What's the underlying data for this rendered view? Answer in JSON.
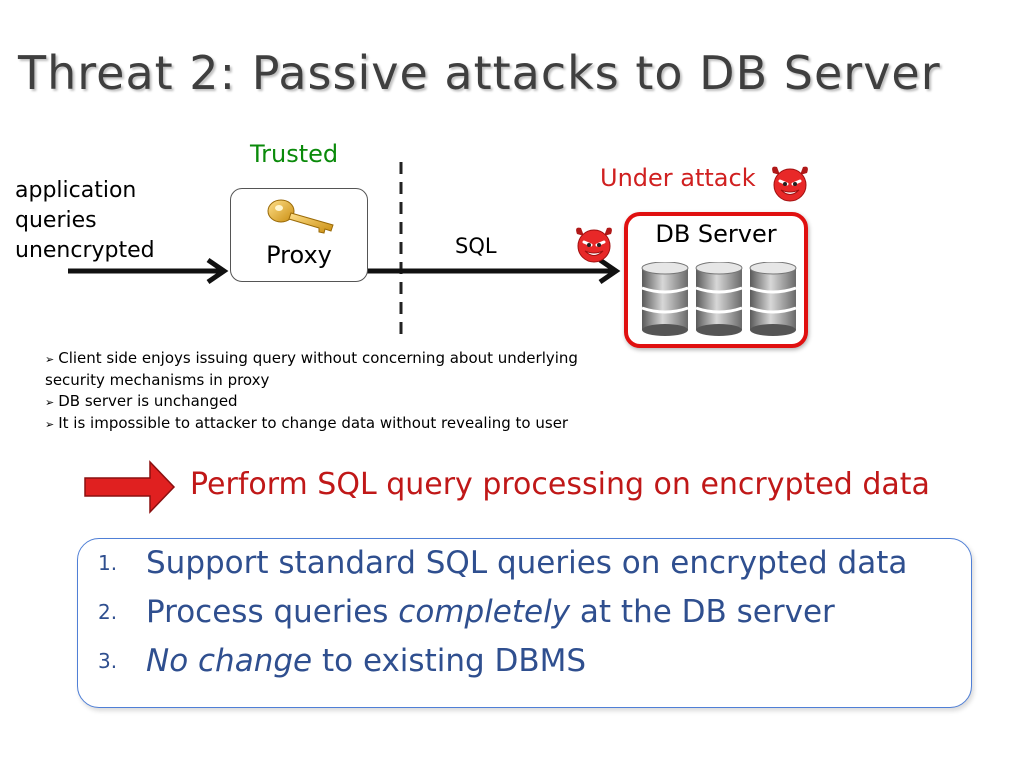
{
  "slide": {
    "title": "Threat 2: Passive attacks to DB Server"
  },
  "diagram": {
    "trusted_label": "Trusted",
    "under_attack_label": "Under attack",
    "app_lines": [
      "application",
      "queries",
      "unencrypted"
    ],
    "proxy_label": "Proxy",
    "sql_label": "SQL",
    "db_label": "DB Server",
    "icons": [
      "key-icon",
      "devil-icon",
      "database-icon"
    ],
    "colors": {
      "trusted": "#0a8a0a",
      "attack": "#d02020",
      "db_border": "#e01010",
      "arrow_fill": "#e02020",
      "goal_text": "#2f4f8f",
      "goal_border": "#4f7fd6"
    }
  },
  "notes": [
    "Client side enjoys issuing query without concerning about underlying security mechanisms in proxy",
    "DB server is unchanged",
    "It is impossible to attacker to change data without revealing to user"
  ],
  "conclusion": {
    "text": "Perform SQL query processing on encrypted data"
  },
  "goals": [
    {
      "num": "1.",
      "pre": "Support standard SQL queries on encrypted data",
      "em": "",
      "post": ""
    },
    {
      "num": "2.",
      "pre": "Process queries ",
      "em": "completely",
      "post": " at the DB server"
    },
    {
      "num": "3.",
      "pre": "",
      "em": "No change",
      "post": " to existing DBMS"
    }
  ]
}
